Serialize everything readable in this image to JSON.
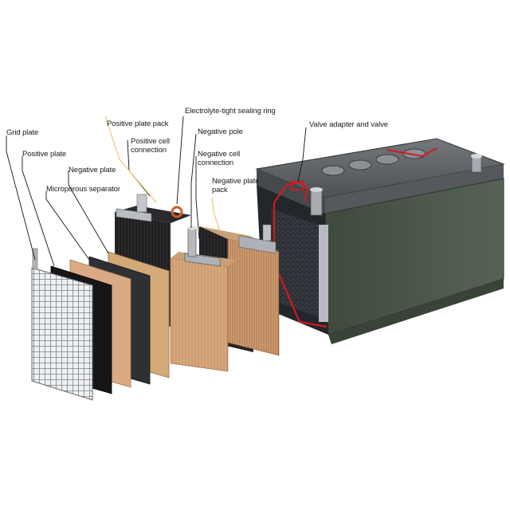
{
  "diagram": {
    "labels": {
      "grid_plate": "Grid plate",
      "positive_plate": "Positive plate",
      "negative_plate": "Negative plate",
      "microporous_separator": "Microporous separator",
      "positive_plate_pack": "Positive plate pack",
      "positive_cell_connection": "Positive cell connection",
      "electrolyte_tight_sealing_ring": "Electrolyte-tight sealing ring",
      "negative_pole": "Negative pole",
      "negative_cell_connection": "Negative cell connection",
      "negative_plate_pack": "Negative plate pack",
      "valve_adapter_and_valve": "Valve adapter and valve"
    },
    "colors": {
      "leader_line": "#111111",
      "pack_leader_line": "#e6c25a",
      "highlight_red": "#d01b1b",
      "case_green": "#4c5a4a",
      "lid_gray": "#5e6166",
      "wood_plate": "#d9a87c",
      "grid_metal": "#c9ccd0"
    }
  }
}
